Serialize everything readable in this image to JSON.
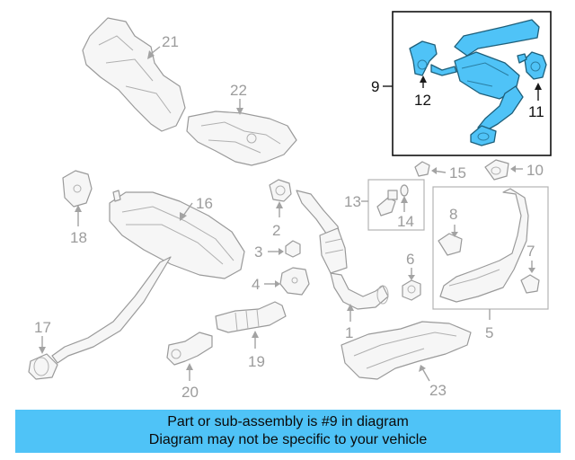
{
  "callouts": {
    "c1": "1",
    "c2": "2",
    "c3": "3",
    "c4": "4",
    "c5": "5",
    "c6": "6",
    "c7": "7",
    "c8": "8",
    "c9": "9",
    "c10": "10",
    "c11": "11",
    "c12": "12",
    "c13": "13",
    "c14": "14",
    "c15": "15",
    "c16": "16",
    "c17": "17",
    "c18": "18",
    "c19": "19",
    "c20": "20",
    "c21": "21",
    "c22": "22",
    "c23": "23"
  },
  "highlight": {
    "part": "9",
    "color": "#4fc3f7"
  },
  "banner": {
    "line1": "Part or sub-assembly is #9 in diagram",
    "line2": "Diagram may not be specific to your vehicle"
  }
}
